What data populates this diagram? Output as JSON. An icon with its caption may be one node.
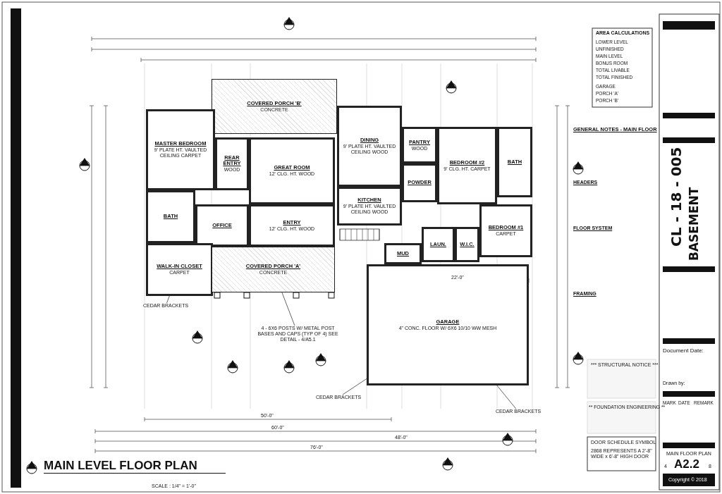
{
  "diagram": {
    "title": "MAIN LEVEL FLOOR PLAN",
    "nodes": [
      {
        "text": [
          "COVERED PORCH 'B'",
          "CONCRETE"
        ]
      },
      {
        "text": [
          "MASTER BEDROOM",
          "9' PLATE HT. VAULTED CEILING CARPET"
        ]
      },
      {
        "text": [
          "REAR ENTRY",
          "WOOD"
        ]
      },
      {
        "text": [
          "GREAT ROOM",
          "12' CLG. HT. WOOD"
        ]
      },
      {
        "text": [
          "DINING",
          "9' PLATE HT. VAULTED CEILING WOOD"
        ]
      },
      {
        "text": [
          "PANTRY",
          "WOOD"
        ]
      },
      {
        "text": [
          "BEDROOM #2",
          "9' CLG. HT. CARPET"
        ]
      },
      {
        "text": [
          "BATH"
        ]
      },
      {
        "text": [
          "KITCHEN",
          "9' PLATE HT. VAULTED CEILING WOOD"
        ]
      },
      {
        "text": [
          "POWDER"
        ]
      },
      {
        "text": [
          "BATH"
        ]
      },
      {
        "text": [
          "OFFICE"
        ]
      },
      {
        "text": [
          "ENTRY",
          "12' CLG. HT. WOOD"
        ]
      },
      {
        "text": [
          "BEDROOM #1",
          "CARPET"
        ]
      },
      {
        "text": [
          "LAUN."
        ]
      },
      {
        "text": [
          "W.I.C."
        ]
      },
      {
        "text": [
          "MUD"
        ]
      },
      {
        "text": [
          "WALK-IN CLOSET",
          "CARPET"
        ]
      },
      {
        "text": [
          "COVERED PORCH 'A'",
          "CONCRETE"
        ]
      },
      {
        "text": [
          "GARAGE",
          "4\" CONC. FLOOR W/ 6X6 10/10 WW MESH"
        ]
      },
      {
        "text": [
          "CEDAR BRACKETS"
        ]
      },
      {
        "text": [
          "CEDAR BRACKETS"
        ]
      },
      {
        "text": [
          "CEDAR BRACKETS"
        ]
      },
      {
        "text": [
          "4 - 6X6 POSTS W/ METAL POST BASES AND CAPS (TYP OF 4) SEE DETAIL - 4/A5.1"
        ]
      }
    ],
    "edges": [
      {
        "from": 20,
        "to": 17,
        "arrow": "none"
      },
      {
        "from": 21,
        "to": 19,
        "arrow": "none"
      },
      {
        "from": 22,
        "to": 19,
        "arrow": "none"
      },
      {
        "from": 23,
        "to": 18,
        "arrow": "none"
      }
    ],
    "labels": [
      "AREA CALCULATIONS",
      "LOWER LEVEL",
      "UNFINISHED",
      "MAIN LEVEL",
      "BONUS ROOM",
      "TOTAL LIVABLE",
      "TOTAL FINISHED",
      "GARAGE",
      "PORCH 'A'",
      "PORCH 'B'",
      "GENERAL NOTES - MAIN FLOOR",
      "HEADERS",
      "FLOOR SYSTEM",
      "FRAMING",
      "*** STRUCTURAL NOTICE ***",
      "** FOUNDATION ENGINEERING **",
      "DOOR SCHEDULE SYMBOL",
      "2868 REPRESENTS A 2'-8\" WIDE x 6'-8\" HIGH DOOR",
      "CL - 18 - 005",
      "BASEMENT",
      "Document Date:",
      "Drawn by:",
      "MARK",
      "DATE",
      "REMARK",
      "MAIN FLOOR PLAN",
      "4",
      "A2.2",
      "8",
      "Copyright © 2018",
      "SCALE : 1/4\" = 1'-0\"",
      "22'-0\"",
      "50'-0\"",
      "60'-0\"",
      "48'-0\"",
      "76'-0\""
    ]
  }
}
